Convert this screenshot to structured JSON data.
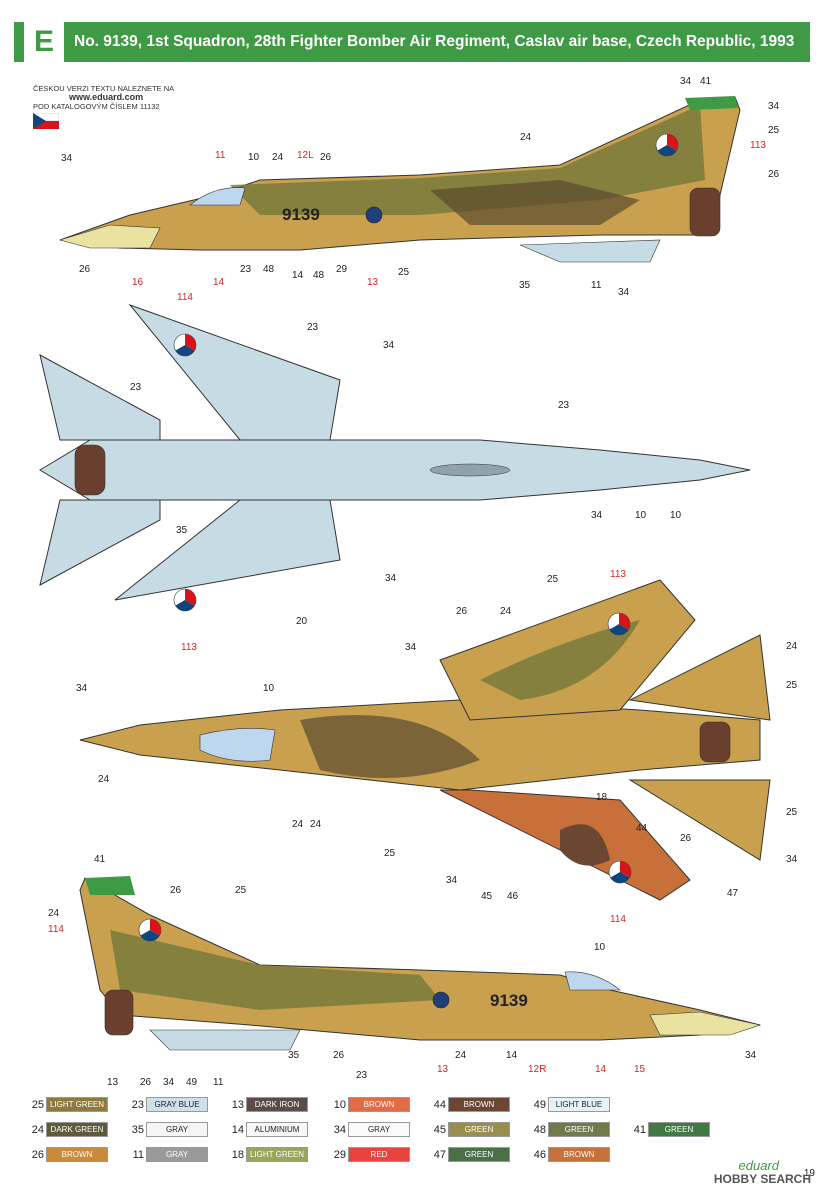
{
  "header": {
    "letter": "E",
    "title": "No. 9139, 1st Squadron, 28th Fighter Bomber Air Regiment, Caslav air base, Czech Republic, 1993"
  },
  "note": {
    "line1": "ČESKOU VERZI TEXTU NALEZNETE NA",
    "url": "www.eduard.com",
    "line3": "POD KATALOGOVÝM ČÍSLEM 11132"
  },
  "serial": "9139",
  "callouts": {
    "side1": [
      "34",
      "41",
      "34",
      "25",
      "113",
      "24",
      "26",
      "11",
      "10",
      "24",
      "12L",
      "26",
      "34",
      "26",
      "16",
      "14",
      "23",
      "48",
      "14",
      "48",
      "29",
      "13",
      "25",
      "35",
      "11",
      "34"
    ],
    "underside": [
      "114",
      "23",
      "34",
      "23",
      "23",
      "34",
      "10",
      "10",
      "35",
      "34",
      "20",
      "113"
    ],
    "top": [
      "25",
      "113",
      "26",
      "24",
      "34",
      "24",
      "25",
      "34",
      "10",
      "24",
      "18",
      "44",
      "26",
      "25",
      "24",
      "24",
      "34",
      "25",
      "34",
      "45",
      "46",
      "47",
      "114"
    ],
    "side2": [
      "41",
      "26",
      "25",
      "24",
      "114",
      "10",
      "34",
      "13",
      "26",
      "34",
      "49",
      "11",
      "35",
      "26",
      "23",
      "24",
      "14",
      "12R",
      "14",
      "15",
      "13"
    ]
  },
  "legend": [
    {
      "num": "25",
      "name": "LIGHT GREEN",
      "color": "#8e7a3e",
      "text": "#fff"
    },
    {
      "num": "23",
      "name": "GRAY BLUE",
      "color": "#cfe0ea",
      "text": "#222"
    },
    {
      "num": "13",
      "name": "DARK IRON",
      "color": "#5a4c48",
      "text": "#fff"
    },
    {
      "num": "10",
      "name": "BROWN",
      "color": "#e06b45",
      "text": "#fff"
    },
    {
      "num": "44",
      "name": "BROWN",
      "color": "#6a4633",
      "text": "#fff"
    },
    {
      "num": "49",
      "name": "LIGHT BLUE",
      "color": "#e6f2fa",
      "text": "#222"
    },
    {
      "num": "24",
      "name": "DARK GREEN",
      "color": "#5e5a3a",
      "text": "#fff"
    },
    {
      "num": "35",
      "name": "GRAY",
      "color": "#f5f5f5",
      "text": "#222"
    },
    {
      "num": "14",
      "name": "ALUMINIUM",
      "color": "#f7f7f7",
      "text": "#222"
    },
    {
      "num": "34",
      "name": "GRAY",
      "color": "#fafafa",
      "text": "#222"
    },
    {
      "num": "45",
      "name": "GREEN",
      "color": "#9a8e4e",
      "text": "#fff"
    },
    {
      "num": "48",
      "name": "GREEN",
      "color": "#6f7b4a",
      "text": "#fff"
    },
    {
      "num": "41",
      "name": "GREEN",
      "color": "#3f7a44",
      "text": "#fff"
    },
    {
      "num": "26",
      "name": "BROWN",
      "color": "#c98a3a",
      "text": "#fff"
    },
    {
      "num": "11",
      "name": "GRAY",
      "color": "#9a9a9a",
      "text": "#fff"
    },
    {
      "num": "18",
      "name": "LIGHT GREEN",
      "color": "#98a55a",
      "text": "#fff"
    },
    {
      "num": "29",
      "name": "RED",
      "color": "#e8433d",
      "text": "#fff"
    },
    {
      "num": "47",
      "name": "GREEN",
      "color": "#4a7048",
      "text": "#fff"
    },
    {
      "num": "46",
      "name": "BROWN",
      "color": "#c8703a",
      "text": "#fff"
    }
  ],
  "footer": {
    "brand": "eduard",
    "page": "19",
    "watermark": "HOBBY SEARCH"
  },
  "colors": {
    "banner": "#3f9a45",
    "camo_tan": "#c9a04e",
    "camo_green": "#7a7a3c",
    "camo_dark": "#5a4a2e",
    "underside": "#c7dbe4"
  }
}
